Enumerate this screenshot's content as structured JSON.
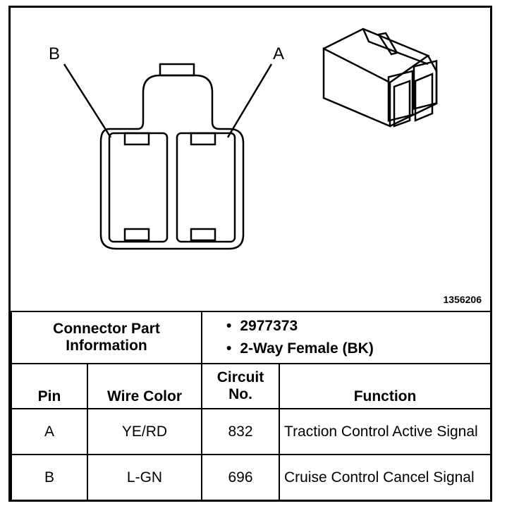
{
  "diagram": {
    "label_b": "B",
    "label_a": "A",
    "figure_id": "1356206"
  },
  "connector": {
    "info_label": "Connector Part Information",
    "part_number": "2977373",
    "description": "2-Way Female (BK)"
  },
  "table": {
    "headers": {
      "pin": "Pin",
      "wire_color": "Wire Color",
      "circuit": "Circuit No.",
      "function": "Function"
    },
    "rows": [
      {
        "pin": "A",
        "wire_color": "YE/RD",
        "circuit": "832",
        "function": "Traction Control Active Signal"
      },
      {
        "pin": "B",
        "wire_color": "L-GN",
        "circuit": "696",
        "function": "Cruise Control Cancel Signal"
      }
    ]
  }
}
